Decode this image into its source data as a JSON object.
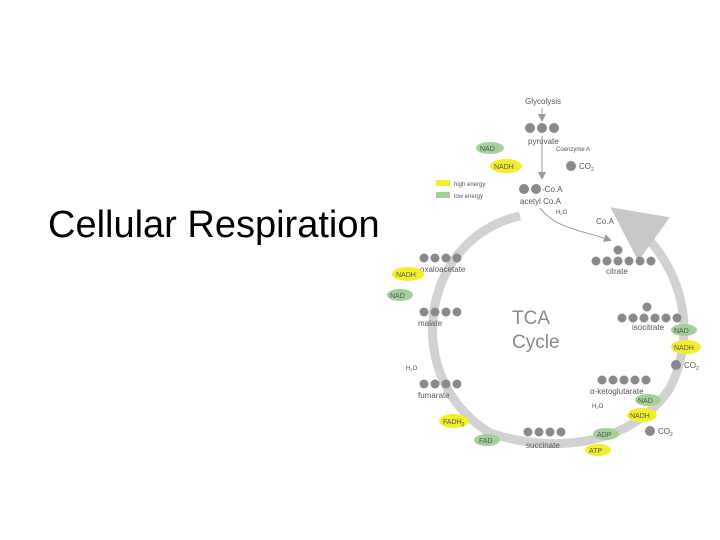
{
  "slide": {
    "title": "Cellular Respiration"
  },
  "diagram": {
    "center_line1": "TCA",
    "center_line2": "Cycle",
    "glycolysis": "Glycolysis",
    "pyruvate": "pyruvate",
    "coenzyme_a": "Coenzyme A",
    "co2": "CO",
    "co2_sub": "2",
    "nad_plus": "NAD",
    "nadh": "NADH",
    "coa_tag": "-Co.A",
    "acetyl_coa": "acetyl Co.A",
    "h2o": "H",
    "h2o_sub": "2",
    "h2o_tail": "O",
    "coa": "Co.A",
    "citrate": "citrate",
    "isocitrate": "isocitrate",
    "alpha_ketoglutarate": "α-ketoglutarate",
    "succinate": "succinate",
    "fumarate": "fumarate",
    "malate": "malate",
    "oxaloacetate": "oxaloacetate",
    "fadh2": "FADH",
    "fadh2_sub": "2",
    "fad": "FAD",
    "adp": "ADP",
    "atp": "ATP",
    "legend_high": "high energy",
    "legend_low": "low energy",
    "colors": {
      "high_energy": "#f2ee2a",
      "low_energy": "#a3cf9a",
      "carbon": "#8a8a8a",
      "arrow": "#c8c8c8"
    }
  }
}
